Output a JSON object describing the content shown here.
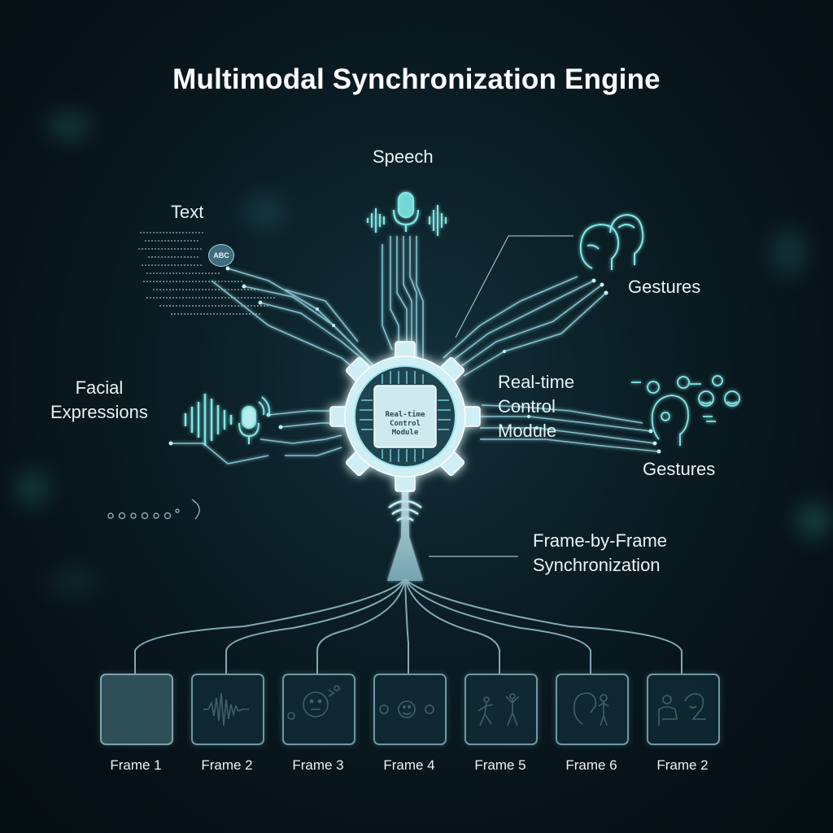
{
  "title": "Multimodal Synchronization Engine",
  "inputs": {
    "speech": "Speech",
    "text": "Text",
    "text_badge": "ABC",
    "gestures_top": "Gestures",
    "gestures_right": "Gestures",
    "facial_line1": "Facial",
    "facial_line2": "Expressions"
  },
  "core": {
    "label_line1": "Real-time",
    "label_line2": "Control",
    "label_line3": "Module",
    "chip_line1": "Real-time",
    "chip_line2": "Control",
    "chip_line3": "Module"
  },
  "sync": {
    "line1": "Frame-by-Frame",
    "line2": "Synchronization"
  },
  "frames": [
    {
      "label": "Frame 1",
      "icon": "empty"
    },
    {
      "label": "Frame 2",
      "icon": "waveform-icon"
    },
    {
      "label": "Frame 3",
      "icon": "emoji-face-icon"
    },
    {
      "label": "Frame 4",
      "icon": "faces-icon"
    },
    {
      "label": "Frame 5",
      "icon": "dancing-figures-icon"
    },
    {
      "label": "Frame 6",
      "icon": "head-and-person-icon"
    },
    {
      "label": "Frame 2",
      "icon": "people-interaction-icon"
    }
  ],
  "colors": {
    "accent": "#7fe8e6",
    "glow": "#bff3f7",
    "background": "#0b1e26"
  }
}
